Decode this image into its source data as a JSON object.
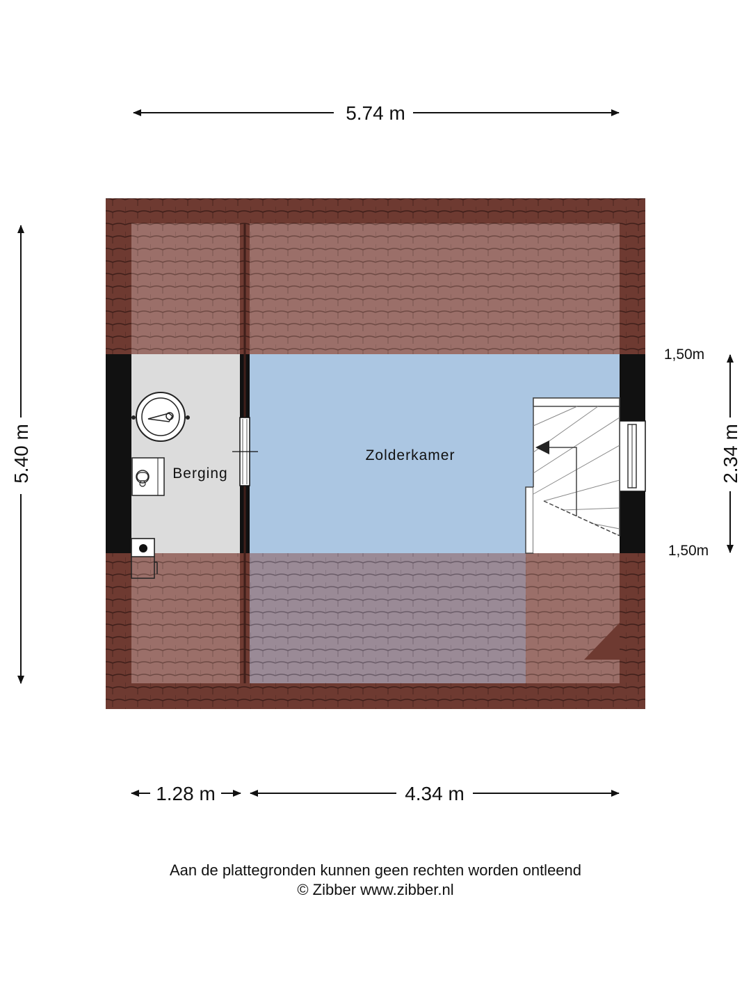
{
  "dimensions": {
    "top_width": "5.74 m",
    "left_height": "5.40 m",
    "right_height": "2.34 m",
    "right_upper_marker": "1,50m",
    "right_lower_marker": "1,50m",
    "bottom_left": "1.28 m",
    "bottom_right": "4.34 m"
  },
  "rooms": {
    "zolderkamer": "Zolderkamer",
    "berging": "Berging"
  },
  "icons": [
    "boiler-icon",
    "washing-machine-icon",
    "drain-icon",
    "staircase-icon",
    "window-icon"
  ],
  "colors": {
    "roof": "#6e3a31",
    "roof_overlay": "#9b6f69",
    "zolderkamer": "#abc6e2",
    "berging": "#dcdcdc",
    "wall": "#111111"
  },
  "footer": {
    "disclaimer": "Aan de plattegronden kunnen geen rechten worden ontleend",
    "copyright": "© Zibber www.zibber.nl"
  }
}
